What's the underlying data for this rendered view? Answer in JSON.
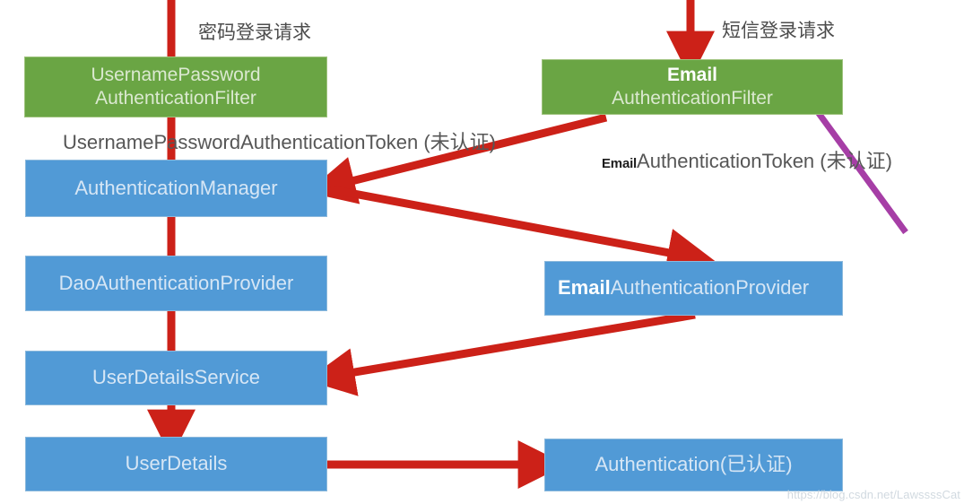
{
  "diagram": {
    "title_left": "密码登录请求",
    "title_right": "短信登录请求",
    "watermark": "https://blog.csdn.net/LawssssCat",
    "colors": {
      "filter_green": "#6aa544",
      "node_blue": "#519ad6",
      "arrow_red": "#cc2118",
      "highlight_purple": "#a63ea6",
      "text_on_node": "#d6e6f5",
      "caption_text": "#4c4c4c"
    },
    "nodes": [
      {
        "id": "username-password-authentication-filter",
        "line1": "UsernamePassword",
        "line2": "AuthenticationFilter",
        "kind": "green"
      },
      {
        "id": "email-authentication-filter",
        "line1": "Email",
        "line2": "AuthenticationFilter",
        "kind": "green"
      },
      {
        "id": "authentication-manager",
        "line1": "AuthenticationManager",
        "line2": "",
        "kind": "blue"
      },
      {
        "id": "dao-authentication-provider",
        "line1": "DaoAuthenticationProvider",
        "line2": "",
        "kind": "blue"
      },
      {
        "id": "email-authentication-provider",
        "prefix": "Email",
        "line1": "AuthenticationProvider",
        "line2": "",
        "kind": "blue"
      },
      {
        "id": "user-details-service",
        "line1": "UserDetailsService",
        "line2": "",
        "kind": "blue"
      },
      {
        "id": "user-details",
        "line1": "UserDetails",
        "line2": "",
        "kind": "blue"
      },
      {
        "id": "authentication-authenticated",
        "line1": "Authentication(已认证)",
        "line2": "",
        "kind": "blue"
      }
    ],
    "edge_labels": {
      "left_token": "UsernamePasswordAuthenticationToken (未认证)",
      "right_token_prefix": "Email",
      "right_token_rest": "AuthenticationToken (未认证)"
    }
  }
}
